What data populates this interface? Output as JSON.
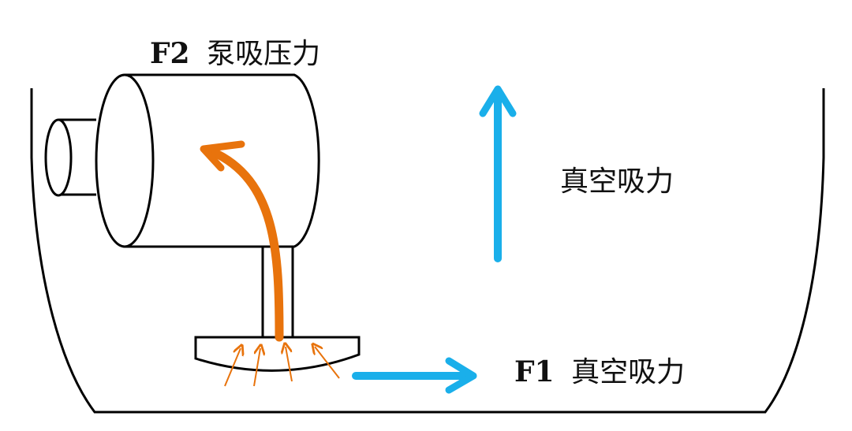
{
  "labels": {
    "f2_prefix": "F2",
    "f2_text": "泵吸压力",
    "vacuum_up": "真空吸力",
    "f1_prefix": "F1",
    "f1_text": "真空吸力"
  },
  "colors": {
    "outline": "#000000",
    "suction_flow": "#E8730C",
    "vacuum_arrow": "#1AAFEA",
    "text": "#111111",
    "background": "#FFFFFF"
  },
  "icons": {
    "pump": "pump-cylinder-icon",
    "suction_cup": "suction-cup-icon"
  }
}
